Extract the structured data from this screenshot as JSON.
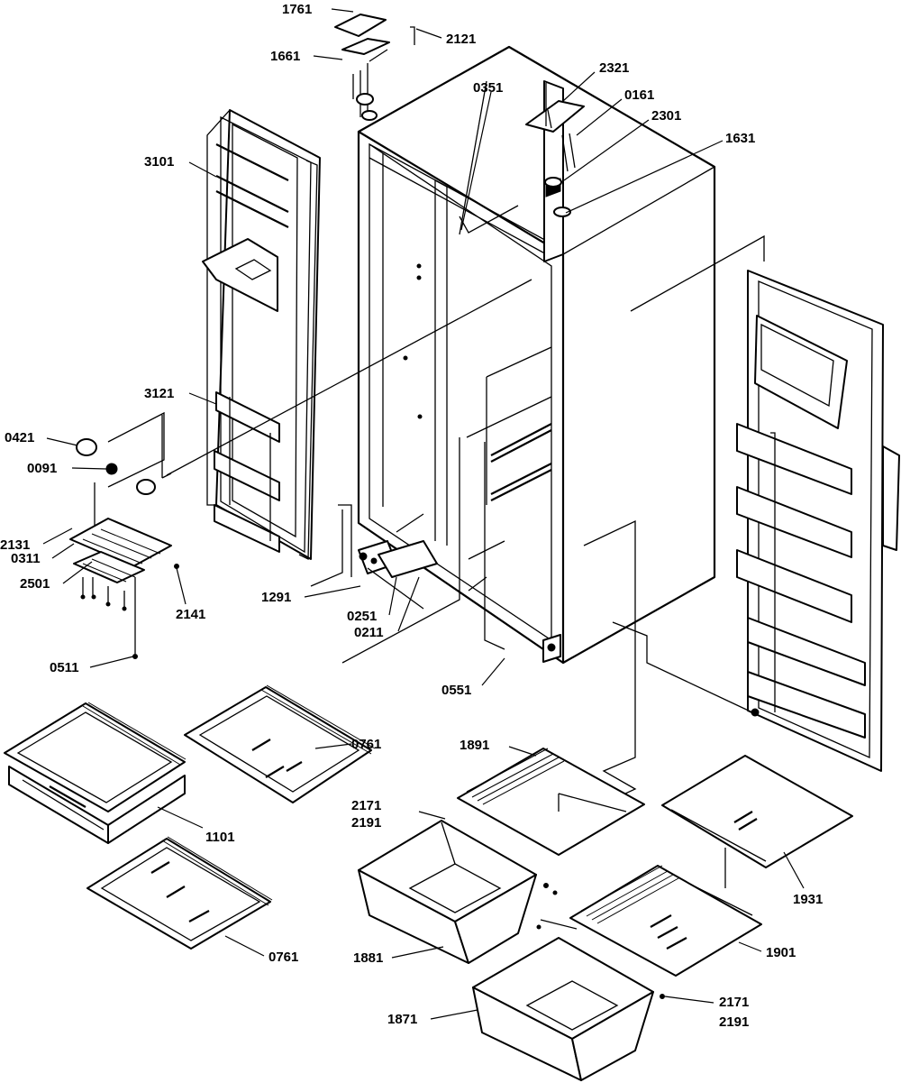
{
  "diagram": {
    "ink_color": "#000000",
    "background_color": "#ffffff",
    "callouts": {
      "c1761": "1761",
      "c2121": "2121",
      "c1661": "1661",
      "c2321": "2321",
      "c0351": "0351",
      "c0161": "0161",
      "c2301": "2301",
      "c1631": "1631",
      "c3101": "3101",
      "c3121": "3121",
      "c0421": "0421",
      "c0091": "0091",
      "c2131": "2131",
      "c0311": "0311",
      "c2501": "2501",
      "c2141": "2141",
      "c1291": "1291",
      "c0251": "0251",
      "c0211": "0211",
      "c0511": "0511",
      "c0551": "0551",
      "c0761a": "0761",
      "c1891": "1891",
      "c2171a": "2171",
      "c2191a": "2191",
      "c1101": "1101",
      "c1931": "1931",
      "c0761b": "0761",
      "c1881": "1881",
      "c1901": "1901",
      "c1871": "1871",
      "c2171b": "2171",
      "c2191b": "2191"
    }
  }
}
